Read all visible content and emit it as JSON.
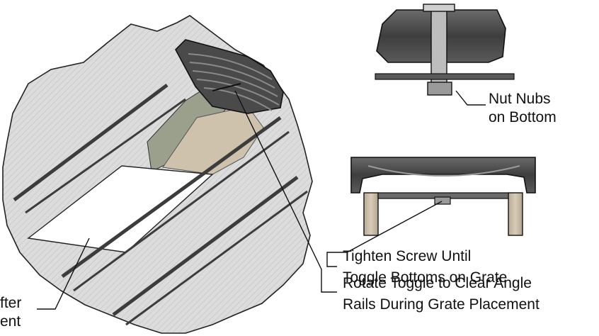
{
  "labels": {
    "nut_nubs_line1": "Nut Nubs",
    "nut_nubs_line2": "on Bottom",
    "tighten_line1": "Tighten Screw Until",
    "tighten_line2": "Toggle Bottoms on Grate",
    "rotate_line1": "Rotate Toggle to Clear Angle",
    "rotate_line2": "Rails During Grate Placement",
    "left_line1": "fter",
    "left_line2": "ent"
  },
  "colors": {
    "grate_fill": "#dcdcdc",
    "hatch": "#b4b4b4",
    "rail_dark": "#3c3c3c",
    "casting_dark": "#4a4a4a",
    "angle_wood": "#cfc2ad",
    "green_shadow": "#9aa08c",
    "line": "#111111"
  }
}
